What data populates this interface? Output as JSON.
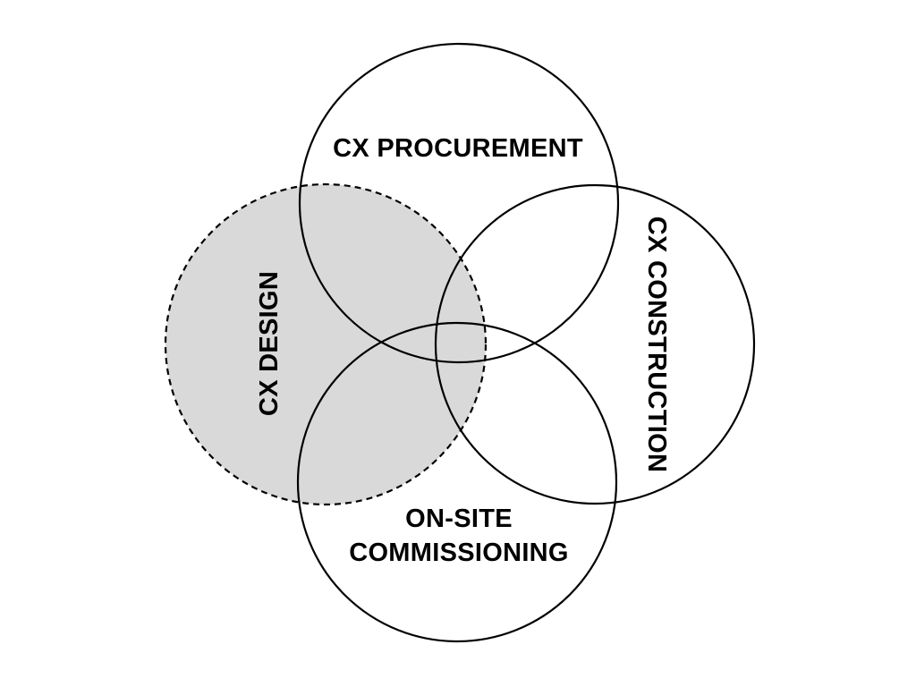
{
  "diagram": {
    "type": "venn",
    "background_color": "#ffffff",
    "stroke_color": "#000000",
    "highlight_fill": "#d9d9d9",
    "circles": [
      {
        "id": "cx-procurement",
        "label": "CX PROCUREMENT",
        "position": "top",
        "filled": false,
        "border": "solid",
        "label_rotation": 0
      },
      {
        "id": "cx-design",
        "label": "CX DESIGN",
        "position": "left",
        "filled": true,
        "fill_color": "#d9d9d9",
        "border": "dashed",
        "label_rotation": -90
      },
      {
        "id": "cx-construction",
        "label": "CX CONSTRUCTION",
        "position": "right",
        "filled": false,
        "border": "solid",
        "label_rotation": 90
      },
      {
        "id": "on-site-commissioning",
        "label": "ON-SITE COMMISSIONING",
        "label_lines": [
          "ON-SITE",
          "COMMISSIONING"
        ],
        "position": "bottom",
        "filled": false,
        "border": "solid",
        "label_rotation": 0
      }
    ]
  }
}
